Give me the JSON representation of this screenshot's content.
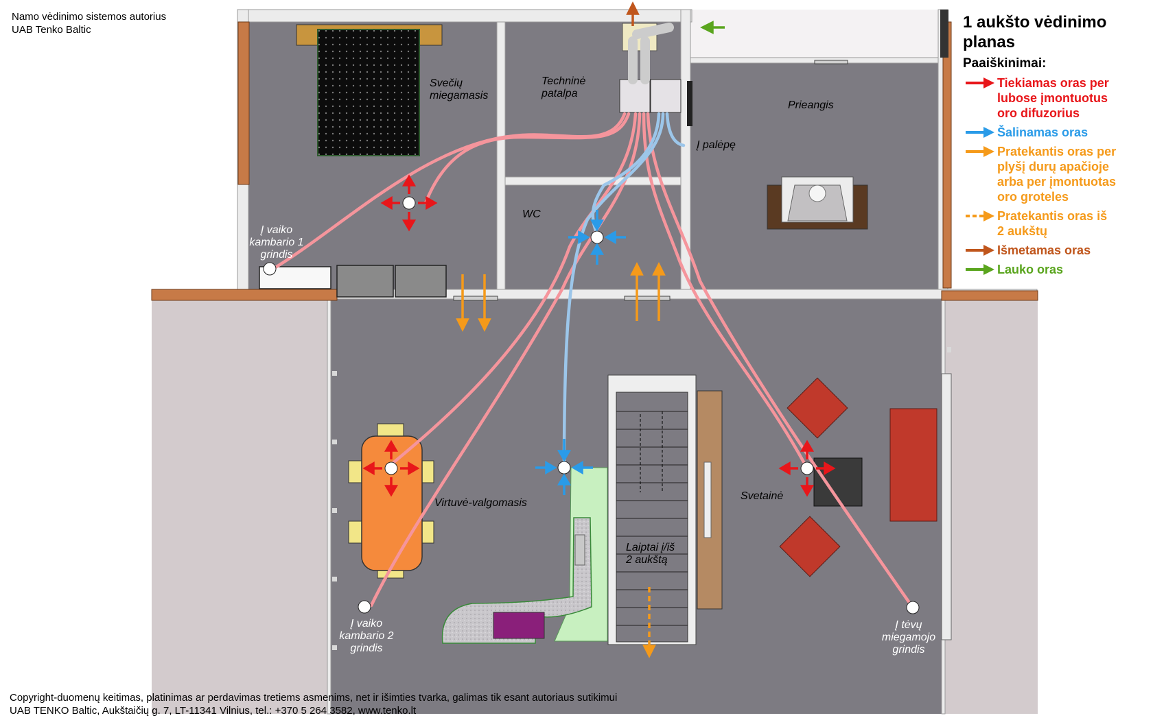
{
  "header": {
    "author_line1": "Namo vėdinimo sistemos autorius",
    "author_line2": "UAB Tenko Baltic"
  },
  "legend": {
    "title_line1": "1 aukšto vėdinimo",
    "title_line2": "planas",
    "subtitle": "Paaiškinimai:",
    "items": [
      {
        "icon": "red-arrow-icon",
        "color": "#e8161a",
        "dashed": false,
        "lines": [
          "Tiekiamas oras per",
          "lubose įmontuotus",
          "oro difuzorius"
        ]
      },
      {
        "icon": "blue-arrow-icon",
        "color": "#2a9be8",
        "dashed": false,
        "lines": [
          "Šalinamas oras"
        ]
      },
      {
        "icon": "orange-arrow-icon",
        "color": "#f59a1a",
        "dashed": false,
        "lines": [
          "Pratekantis oras per",
          "plyšį durų apačioje",
          "arba per įmontuotas",
          "oro groteles"
        ]
      },
      {
        "icon": "orange-dashed-arrow-icon",
        "color": "#f59a1a",
        "dashed": true,
        "lines": [
          "Pratekantis oras iš",
          "2 aukštų"
        ]
      },
      {
        "icon": "brown-arrow-icon",
        "color": "#c0561c",
        "dashed": false,
        "lines": [
          "Išmetamas oras"
        ]
      },
      {
        "icon": "green-arrow-icon",
        "color": "#5aa51e",
        "dashed": false,
        "lines": [
          "Lauko oras"
        ]
      }
    ]
  },
  "rooms": {
    "guest_bedroom": [
      "Svečių",
      "miegamasis"
    ],
    "technical_room": [
      "Techninė",
      "patalpa"
    ],
    "hallway": [
      "Prieangis"
    ],
    "wc": [
      "WC"
    ],
    "attic": [
      "Į palėpę"
    ],
    "kitchen": [
      "Virtuvė-valgomasis"
    ],
    "stairs": [
      "Laiptai į/iš",
      "2 aukštą"
    ],
    "living": [
      "Svetainė"
    ],
    "child_room_1": [
      "Į vaiko",
      "kambario 1",
      "grindis"
    ],
    "child_room_2": [
      "Į vaiko",
      "kambario 2",
      "grindis"
    ],
    "parents_bedroom": [
      "Į tėvų",
      "miegamojo",
      "grindis"
    ]
  },
  "colors": {
    "floor": "#7d7b82",
    "wall": "#ececec",
    "outside": "#d3cbcd",
    "supply_duct": "#f5959c",
    "extract_duct": "#9cc6ea",
    "supply_arrow": "#e8161a",
    "extract_arrow": "#2a9be8",
    "transfer_arrow": "#f59a1a",
    "exhaust_arrow": "#c0561c",
    "fresh_arrow": "#5aa51e"
  },
  "footer": {
    "line1": "Copyright-duomenų keitimas, platinimas ar perdavimas tretiems asmenims, net ir išimties tvarka, galimas tik esant autoriaus sutikimui",
    "line2": "UAB TENKO Baltic, Aukštaičių g. 7, LT-11341 Vilnius, tel.: +370 5 264 3582, www.tenko.lt"
  }
}
